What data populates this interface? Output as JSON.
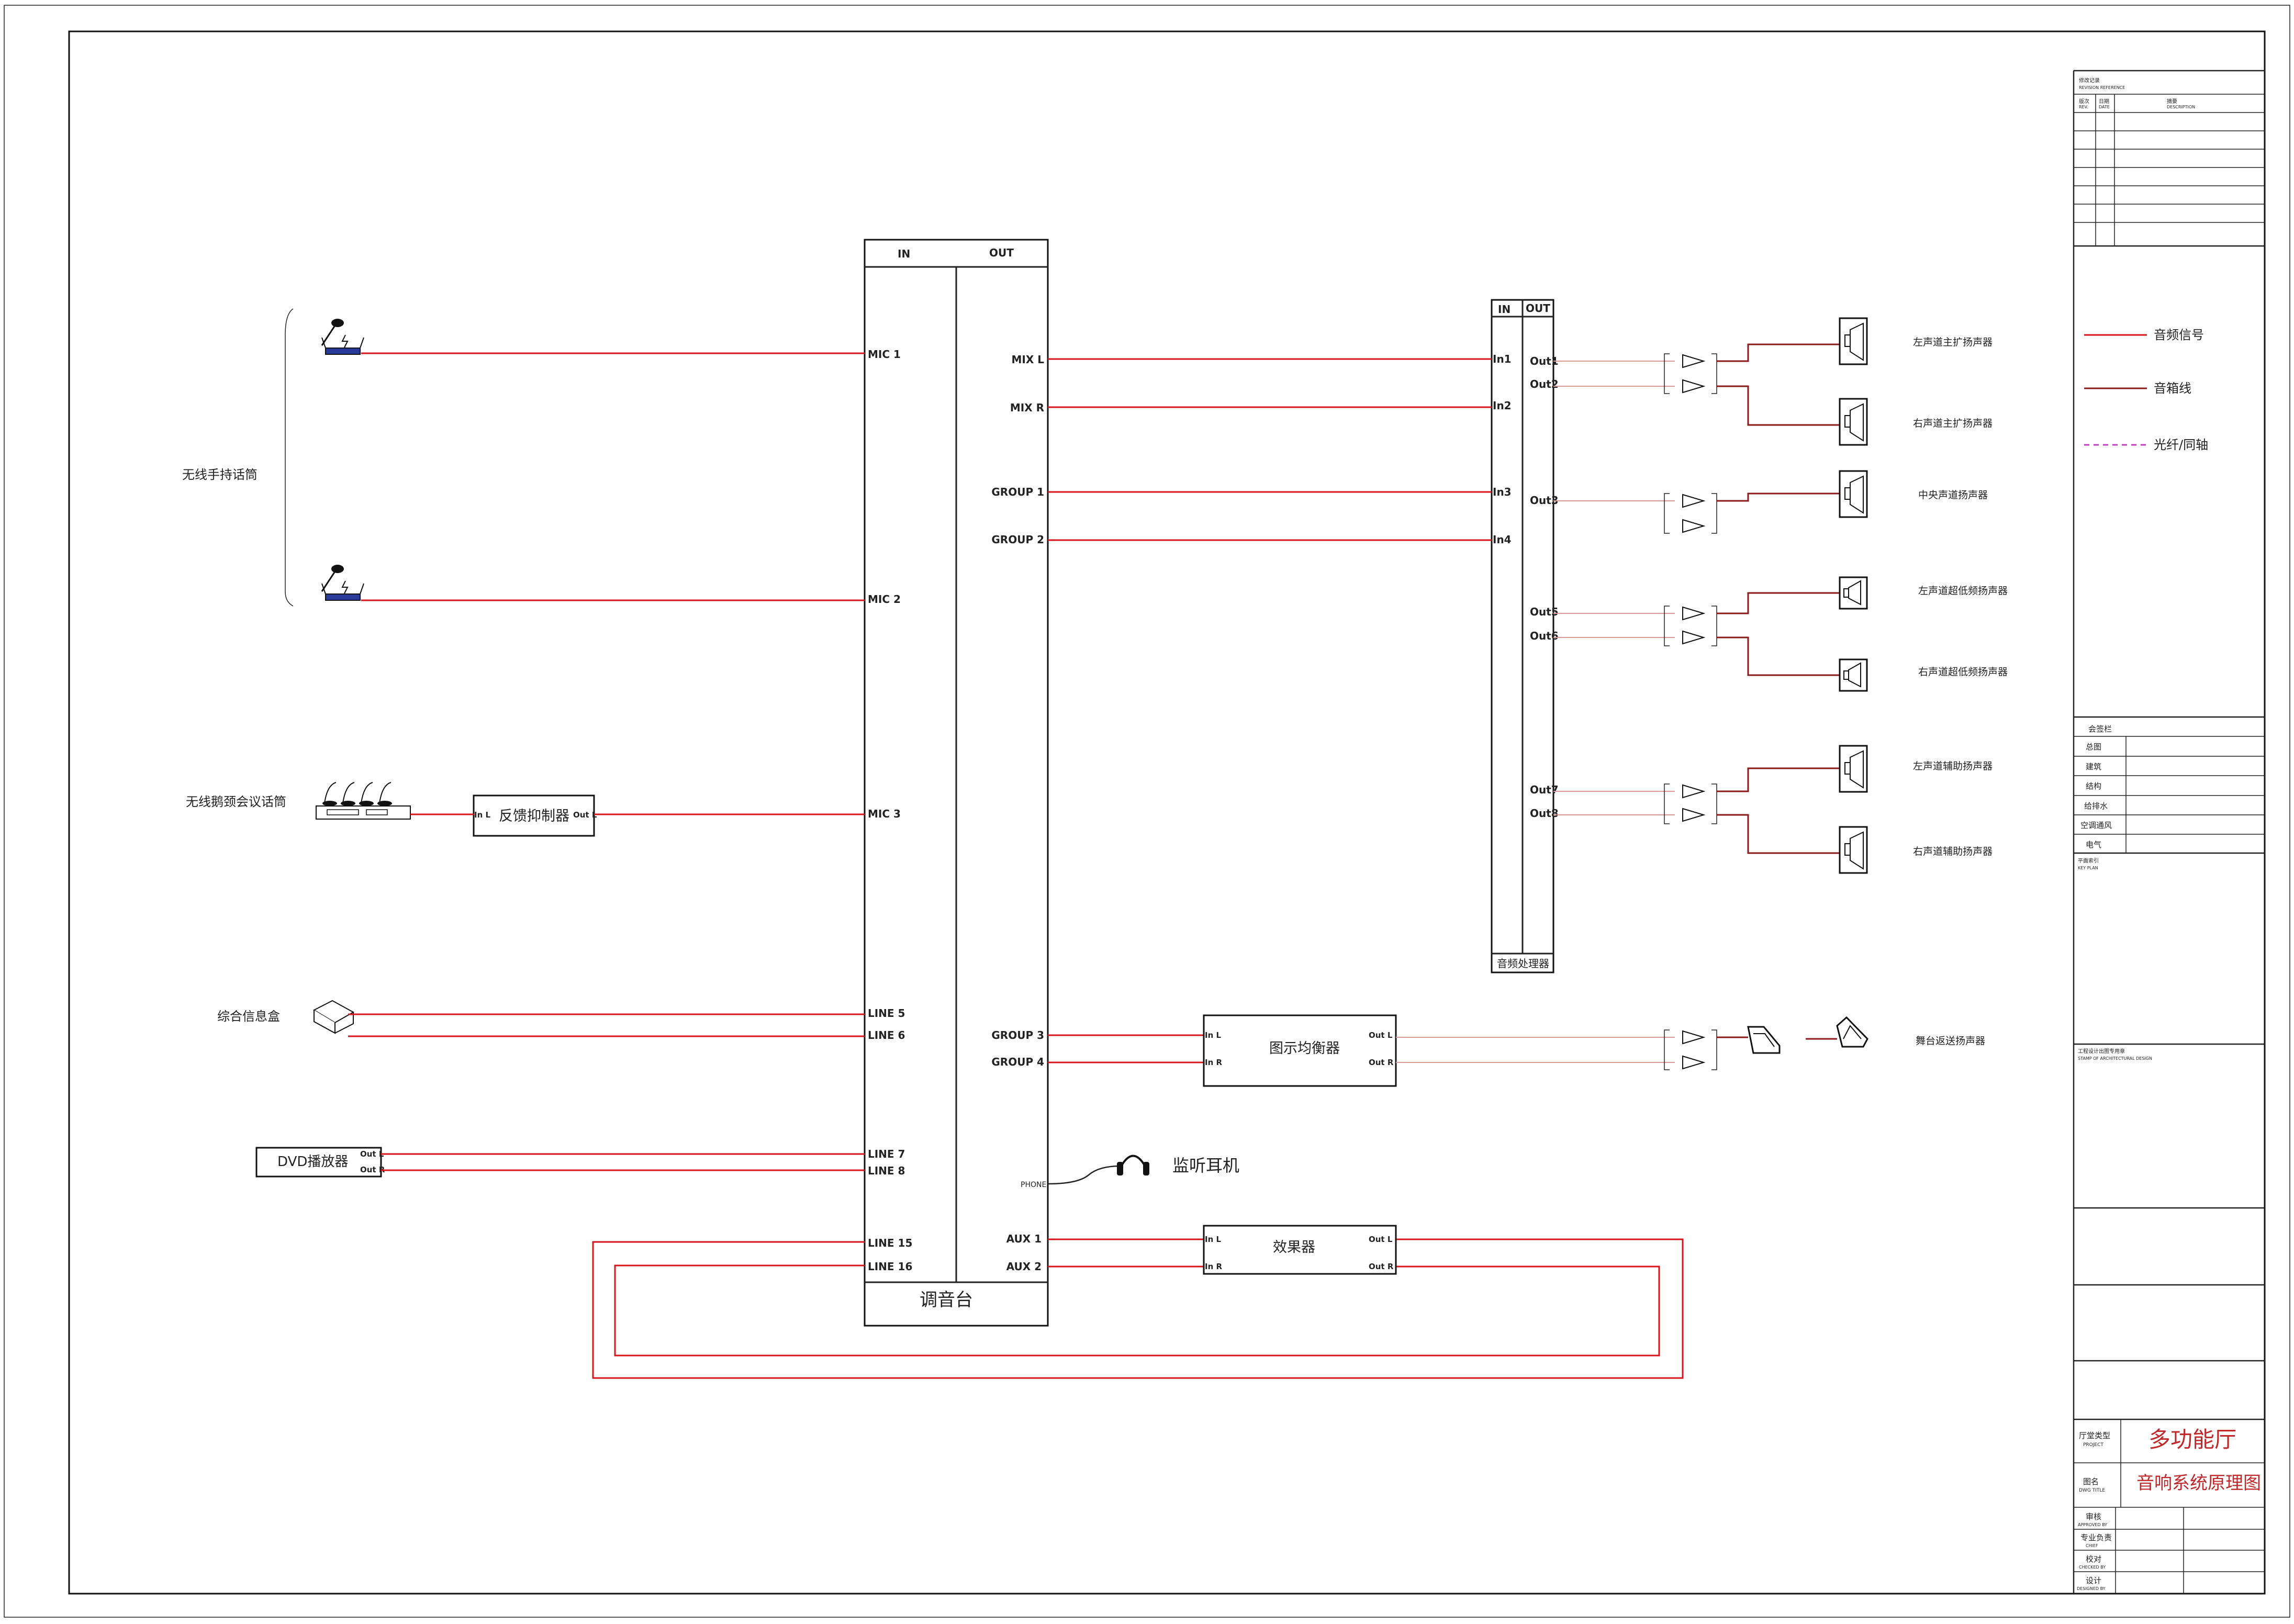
{
  "mixer": {
    "title": "调音台",
    "in_header": "IN",
    "out_header": "OUT",
    "inputs": [
      "MIC 1",
      "MIC 2",
      "MIC 3",
      "LINE 5",
      "LINE 6",
      "LINE 7",
      "LINE 8",
      "LINE 15",
      "LINE 16"
    ],
    "outputs": [
      "MIX L",
      "MIX R",
      "GROUP 1",
      "GROUP 2",
      "GROUP 3",
      "GROUP 4",
      "AUX 1",
      "AUX 2"
    ],
    "phone_label": "PHONE"
  },
  "processor": {
    "title": "音频处理器",
    "in_header": "IN",
    "out_header": "OUT",
    "inputs": [
      "In1",
      "In2",
      "In3",
      "In4"
    ],
    "outputs": [
      "Out1",
      "Out2",
      "Out3",
      "Out5",
      "Out6",
      "Out7",
      "Out8"
    ]
  },
  "sources": {
    "wireless_handheld": "无线手持话筒",
    "wireless_conference": "无线鹅颈会议话筒",
    "info_box": "综合信息盒",
    "dvd": "DVD播放器",
    "feedback": "反馈抑制器",
    "dvd_out_l": "Out L",
    "dvd_out_r": "Out R",
    "fb_in": "In L",
    "fb_out": "Out L"
  },
  "equalizer": {
    "title": "图示均衡器",
    "in_l": "In L",
    "in_r": "In R",
    "out_l": "Out L",
    "out_r": "Out R"
  },
  "effects": {
    "title": "效果器",
    "in_l": "In L",
    "in_r": "In R",
    "out_l": "Out L",
    "out_r": "Out R"
  },
  "monitor": {
    "title": "监听耳机"
  },
  "speakers": [
    "左声道主扩扬声器",
    "右声道主扩扬声器",
    "中央声道扬声器",
    "左声道超低频扬声器",
    "右声道超低频扬声器",
    "左声道辅助扬声器",
    "右声道辅助扬声器",
    "舞台返送扬声器"
  ],
  "legend": {
    "audio": "音频信号",
    "speaker_line": "音箱线",
    "fiber": "光纤/同轴"
  },
  "title_block": {
    "revision_cn": "修改记录",
    "revision_en": "REVISION REFERENCE",
    "rev_col1": "版次",
    "rev_col2": "日期",
    "rev_col3": "摘要",
    "rev_col1_en": "REV.",
    "rev_col2_en": "DATE",
    "rev_col3_en": "DESCRIPTION",
    "sign_title": "会签栏",
    "sign_rows": [
      "总图",
      "建筑",
      "结构",
      "给排水",
      "空调通风",
      "电气"
    ],
    "key_plan_cn": "平面索引",
    "key_plan_en": "KEY PLAN",
    "stamp_cn": "工程设计出图专用章",
    "stamp_en": "STAMP OF ARCHITECTURAL DESIGN",
    "project_label": "厅堂类型",
    "project_label_en": "PROJECT",
    "project": "多功能厅",
    "dwg_label": "图名",
    "dwg_label_en": "DWG TITLE",
    "dwg_title": "音响系统原理图",
    "approve_rows": [
      {
        "cn": "审核",
        "en": "APPROVED BY"
      },
      {
        "cn": "专业负责",
        "en": "CHIEF"
      },
      {
        "cn": "校对",
        "en": "CHECKED BY"
      },
      {
        "cn": "设计",
        "en": "DESIGNED BY"
      }
    ]
  },
  "colors": {
    "audio": "#d6141a",
    "speaker_line": "#8a1a1a",
    "fiber": "#c040c0",
    "title_red": "#c0282a"
  }
}
